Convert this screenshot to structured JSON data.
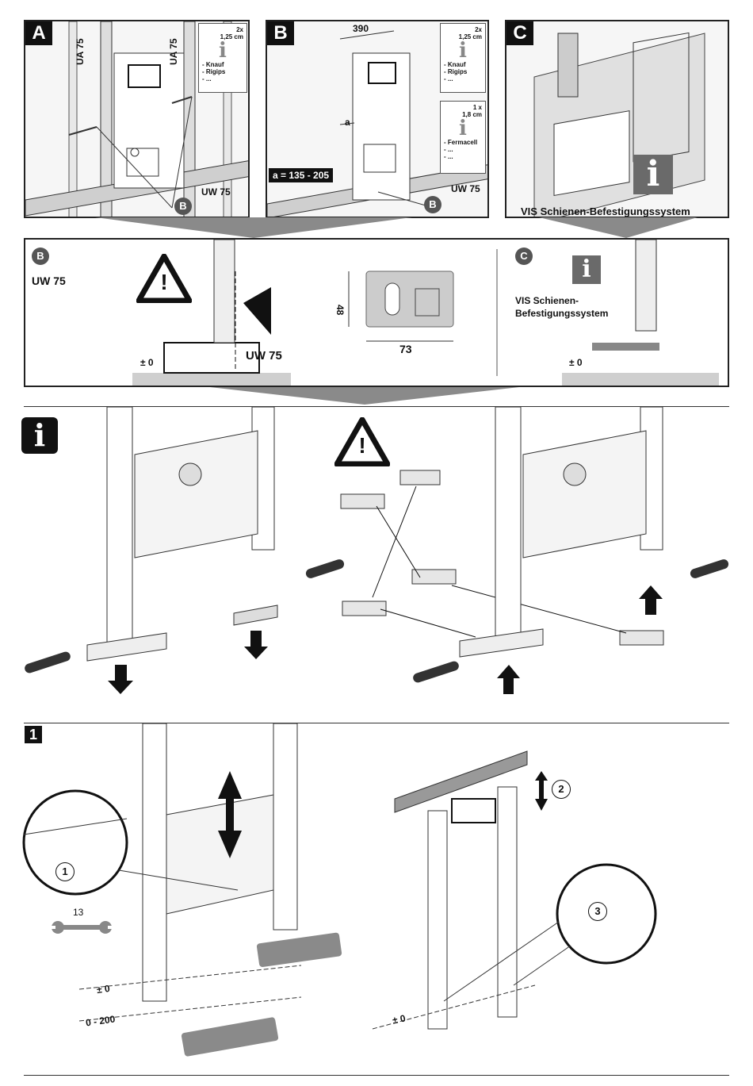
{
  "panels": {
    "a": {
      "tag": "A",
      "labels": {
        "ua_left": "UA 75",
        "ua_right": "UA 75",
        "uw": "UW 75",
        "callout": "B"
      },
      "note": {
        "qty": "2x",
        "size": "1,25 cm",
        "info": "i",
        "items": [
          "- Knauf",
          "- Rigips",
          "- ..."
        ]
      }
    },
    "b": {
      "tag": "B",
      "dim_top": "390",
      "dim_a": "a",
      "range": "a = 135 - 205",
      "labels": {
        "uw": "UW 75",
        "callout": "B"
      },
      "note1": {
        "qty": "2x",
        "size": "1,25 cm",
        "info": "i",
        "items": [
          "- Knauf",
          "- Rigips",
          "- ..."
        ]
      },
      "note2": {
        "qty": "1 x",
        "size": "1,8 cm",
        "info": "i",
        "items": [
          "- Fermacell",
          "- ...",
          "- ..."
        ]
      }
    },
    "c": {
      "tag": "C",
      "info": "i",
      "caption": "VIS Schienen-Befestigungssystem"
    }
  },
  "detail": {
    "b_bubble": "B",
    "b_label": "UW 75",
    "warning_symbol": "!",
    "uw_label": "UW 75",
    "level": "± 0",
    "plate_height": "48",
    "plate_width": "73",
    "c_bubble": "C",
    "c_info": "i",
    "c_label_line1": "VIS Schienen-",
    "c_label_line2": "Befestigungssystem",
    "c_level": "± 0"
  },
  "middle": {
    "info": "i",
    "warning_symbol": "!"
  },
  "step1": {
    "number": "1",
    "callout1": "1",
    "callout2": "2",
    "callout3": "3",
    "wrench": "13",
    "level_left": "± 0",
    "range_left": "0 - 200",
    "level_right": "± 0"
  },
  "colors": {
    "tag_bg": "#111111",
    "bubble": "#555555",
    "info_gray": "#6a6a6a",
    "panel_bg": "#f6f6f6"
  }
}
